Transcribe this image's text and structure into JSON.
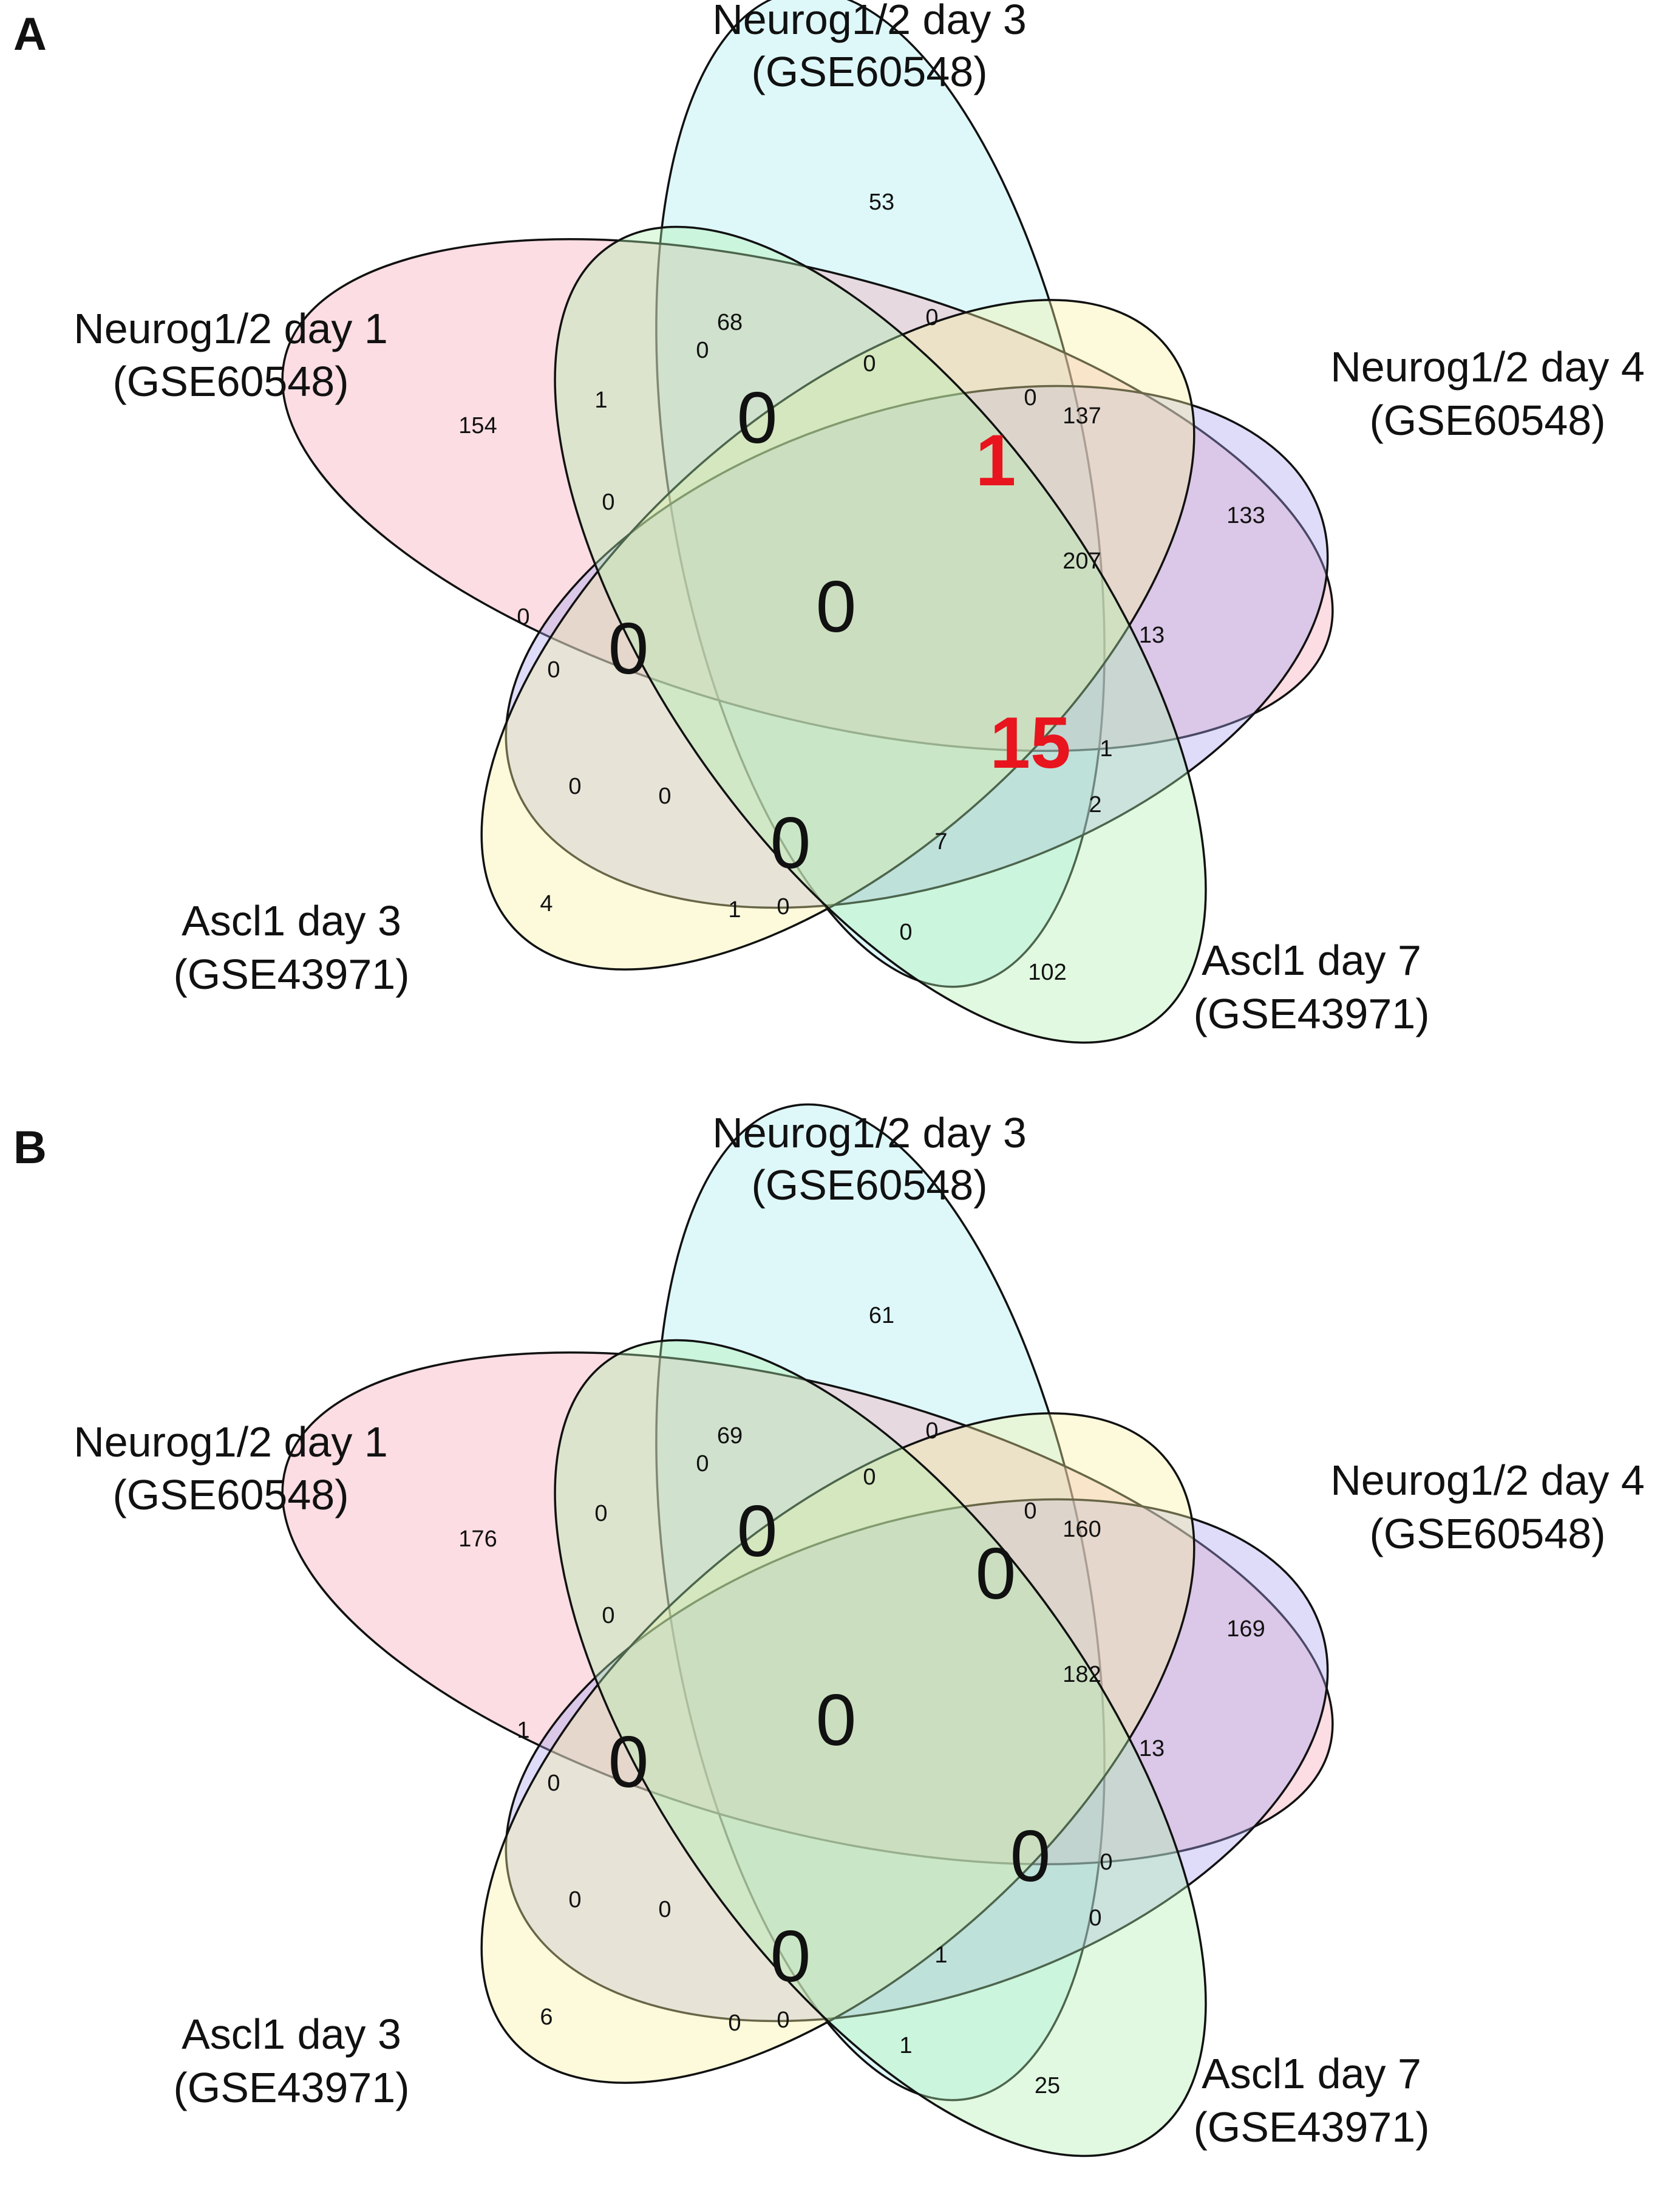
{
  "panels": [
    {
      "letter": "A",
      "sets": [
        {
          "line1": "Neurog1/2 day 3",
          "line2": "(GSE60548)",
          "color": "#a8ecf2"
        },
        {
          "line1": "Neurog1/2 day 1",
          "line2": "(GSE60548)",
          "color": "#f4a6b6"
        },
        {
          "line1": "Neurog1/2 day 4",
          "line2": "(GSE60548)",
          "color": "#a9a4ee"
        },
        {
          "line1": "Ascl1 day 3",
          "line2": "(GSE43971)",
          "color": "#f6f3a0"
        },
        {
          "line1": "Ascl1 day 7",
          "line2": "(GSE43971)",
          "color": "#aef0ae"
        }
      ],
      "regions": [
        {
          "text": "53",
          "size": "small"
        },
        {
          "text": "68",
          "size": "small"
        },
        {
          "text": "0",
          "size": "small"
        },
        {
          "text": "0",
          "size": "small"
        },
        {
          "text": "0",
          "size": "small"
        },
        {
          "text": "0",
          "size": "small"
        },
        {
          "text": "137",
          "size": "small"
        },
        {
          "text": "154",
          "size": "small"
        },
        {
          "text": "1",
          "size": "small"
        },
        {
          "text": "0",
          "size": "big"
        },
        {
          "text": "1",
          "size": "red"
        },
        {
          "text": "133",
          "size": "small"
        },
        {
          "text": "0",
          "size": "small"
        },
        {
          "text": "207",
          "size": "small"
        },
        {
          "text": "0",
          "size": "small"
        },
        {
          "text": "0",
          "size": "big"
        },
        {
          "text": "0",
          "size": "big"
        },
        {
          "text": "13",
          "size": "small"
        },
        {
          "text": "0",
          "size": "small"
        },
        {
          "text": "15",
          "size": "red"
        },
        {
          "text": "1",
          "size": "small"
        },
        {
          "text": "0",
          "size": "small"
        },
        {
          "text": "0",
          "size": "small"
        },
        {
          "text": "2",
          "size": "small"
        },
        {
          "text": "0",
          "size": "big"
        },
        {
          "text": "7",
          "size": "small"
        },
        {
          "text": "4",
          "size": "small"
        },
        {
          "text": "1",
          "size": "small"
        },
        {
          "text": "0",
          "size": "small"
        },
        {
          "text": "0",
          "size": "small"
        },
        {
          "text": "102",
          "size": "small"
        }
      ]
    },
    {
      "letter": "B",
      "sets": [
        {
          "line1": "Neurog1/2 day 3",
          "line2": "(GSE60548)",
          "color": "#a8ecf2"
        },
        {
          "line1": "Neurog1/2 day 1",
          "line2": "(GSE60548)",
          "color": "#f4a6b6"
        },
        {
          "line1": "Neurog1/2 day 4",
          "line2": "(GSE60548)",
          "color": "#a9a4ee"
        },
        {
          "line1": "Ascl1 day 3",
          "line2": "(GSE43971)",
          "color": "#f6f3a0"
        },
        {
          "line1": "Ascl1 day 7",
          "line2": "(GSE43971)",
          "color": "#aef0ae"
        }
      ],
      "regions": [
        {
          "text": "61",
          "size": "small"
        },
        {
          "text": "69",
          "size": "small"
        },
        {
          "text": "0",
          "size": "small"
        },
        {
          "text": "0",
          "size": "small"
        },
        {
          "text": "0",
          "size": "small"
        },
        {
          "text": "0",
          "size": "small"
        },
        {
          "text": "160",
          "size": "small"
        },
        {
          "text": "176",
          "size": "small"
        },
        {
          "text": "0",
          "size": "small"
        },
        {
          "text": "0",
          "size": "big"
        },
        {
          "text": "0",
          "size": "big"
        },
        {
          "text": "169",
          "size": "small"
        },
        {
          "text": "0",
          "size": "small"
        },
        {
          "text": "182",
          "size": "small"
        },
        {
          "text": "1",
          "size": "small"
        },
        {
          "text": "0",
          "size": "big"
        },
        {
          "text": "0",
          "size": "big"
        },
        {
          "text": "13",
          "size": "small"
        },
        {
          "text": "0",
          "size": "small"
        },
        {
          "text": "0",
          "size": "big"
        },
        {
          "text": "0",
          "size": "small"
        },
        {
          "text": "0",
          "size": "small"
        },
        {
          "text": "0",
          "size": "small"
        },
        {
          "text": "0",
          "size": "small"
        },
        {
          "text": "0",
          "size": "big"
        },
        {
          "text": "1",
          "size": "small"
        },
        {
          "text": "6",
          "size": "small"
        },
        {
          "text": "0",
          "size": "small"
        },
        {
          "text": "0",
          "size": "small"
        },
        {
          "text": "1",
          "size": "small"
        },
        {
          "text": "25",
          "size": "small"
        }
      ]
    }
  ],
  "colors": {
    "red_emphasis": "#e8141e",
    "outline": "#111111"
  }
}
